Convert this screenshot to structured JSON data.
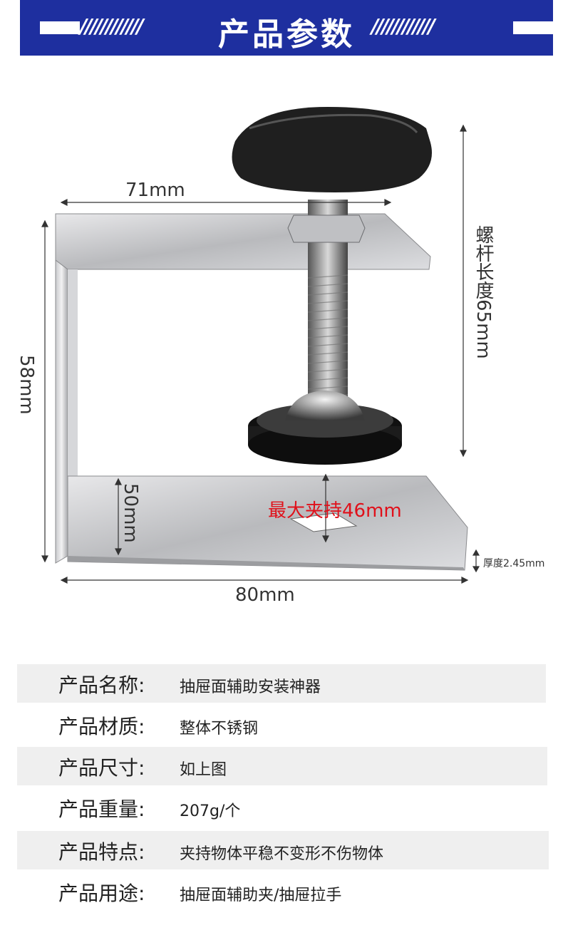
{
  "header": {
    "title": "产品参数",
    "slashes_left": "////////////",
    "slashes_right": "////////////"
  },
  "figure": {
    "width_top": "71mm",
    "height_left": "58mm",
    "screw_length": "螺杆长度65mm",
    "inner_height": "50mm",
    "max_clamp": "最大夹持46mm",
    "thickness": "厚度2.45mm",
    "width_bottom": "80mm"
  },
  "specs": [
    {
      "label": "产品名称:",
      "value": "抽屉面辅助安装神器"
    },
    {
      "label": "产品材质:",
      "value": "整体不锈钢"
    },
    {
      "label": "产品尺寸:",
      "value": "如上图"
    },
    {
      "label": "产品重量:",
      "value": "207g/个"
    },
    {
      "label": "产品特点:",
      "value": "夹持物体平稳不变形不伤物体"
    },
    {
      "label": "产品用途:",
      "value": "抽屉面辅助夹/抽屉拉手"
    }
  ],
  "colors": {
    "banner": "#1e2f9f",
    "accent_red": "#e0101a"
  }
}
